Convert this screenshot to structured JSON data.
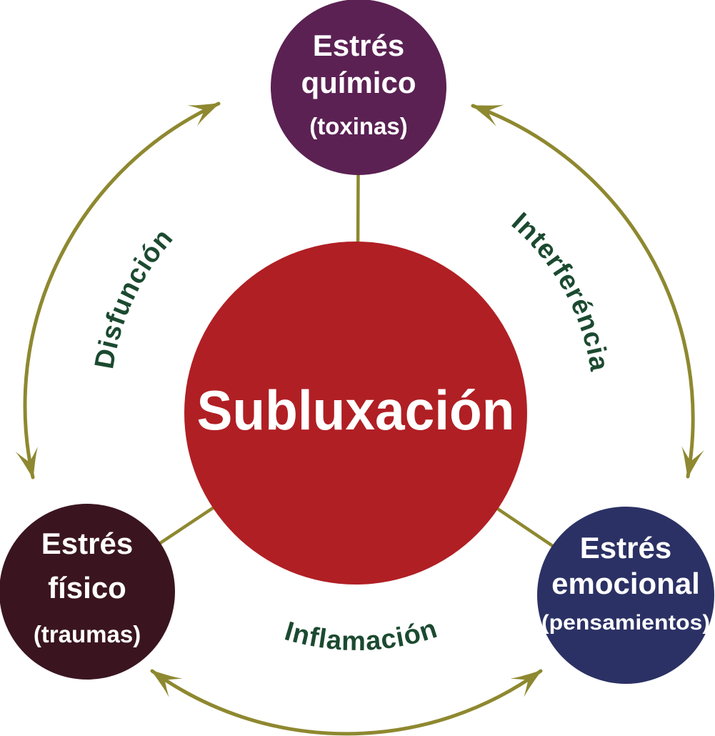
{
  "diagram_title": "Subluxación",
  "colors": {
    "background": "#FFFFFF",
    "center_circle": "#B01F24",
    "chemical_circle": "#5B2153",
    "physical_circle": "#3A1520",
    "emotional_circle": "#2B3164",
    "circle_text": "#FFFFFF",
    "edge_label_text": "#1B4A30",
    "arrow": "#8E8830"
  },
  "center": {
    "label": "Subluxación"
  },
  "nodes": {
    "chemical": {
      "line1": "Estrés",
      "line2": "químico",
      "sub": "(toxinas)"
    },
    "physical": {
      "line1": "Estrés",
      "line2": "físico",
      "sub": "(traumas)"
    },
    "emotional": {
      "line1": "Estrés",
      "line2": "emocional",
      "sub": "(pensamientos)"
    }
  },
  "edges": {
    "left": {
      "label": "Disfunción"
    },
    "right": {
      "label": "Interferéncia"
    },
    "bottom": {
      "label": "Inflamación"
    }
  }
}
